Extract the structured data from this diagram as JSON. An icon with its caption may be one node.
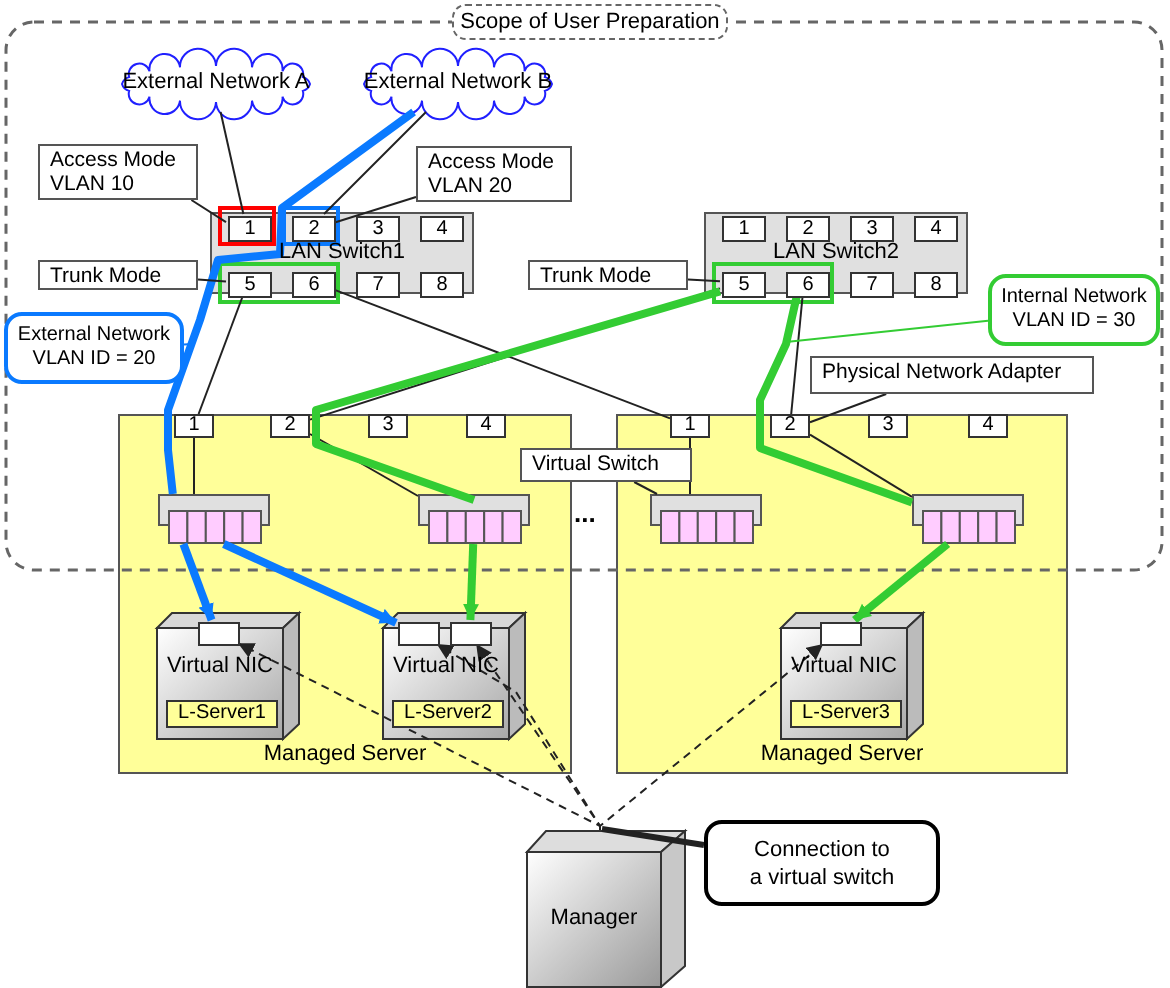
{
  "diagram": {
    "nodes": [
      {
        "text": [
          "Scope of User Preparation"
        ]
      },
      {
        "text": [
          "External Network A"
        ],
        "in": 0
      },
      {
        "text": [
          "External Network B"
        ],
        "in": 0
      },
      {
        "text": [
          "Access Mode VLAN 10"
        ],
        "in": 0
      },
      {
        "text": [
          "Access Mode VLAN 20"
        ],
        "in": 0
      },
      {
        "text": [
          "LAN Switch1"
        ],
        "in": 0
      },
      {
        "text": [
          "1"
        ],
        "in": 5
      },
      {
        "text": [
          "2"
        ],
        "in": 5
      },
      {
        "text": [
          "3"
        ],
        "in": 5
      },
      {
        "text": [
          "4"
        ],
        "in": 5
      },
      {
        "text": [
          "5"
        ],
        "in": 5
      },
      {
        "text": [
          "6"
        ],
        "in": 5
      },
      {
        "text": [
          "7"
        ],
        "in": 5
      },
      {
        "text": [
          "8"
        ],
        "in": 5
      },
      {
        "text": [
          "LAN Switch2"
        ],
        "in": 0
      },
      {
        "text": [
          "1"
        ],
        "in": 14
      },
      {
        "text": [
          "2"
        ],
        "in": 14
      },
      {
        "text": [
          "3"
        ],
        "in": 14
      },
      {
        "text": [
          "4"
        ],
        "in": 14
      },
      {
        "text": [
          "5"
        ],
        "in": 14
      },
      {
        "text": [
          "6"
        ],
        "in": 14
      },
      {
        "text": [
          "7"
        ],
        "in": 14
      },
      {
        "text": [
          "8"
        ],
        "in": 14
      },
      {
        "text": [
          "Trunk Mode"
        ],
        "in": 0
      },
      {
        "text": [
          "Trunk Mode"
        ],
        "in": 0
      },
      {
        "text": [
          "External Network VLAN ID = 20"
        ],
        "in": 0
      },
      {
        "text": [
          "Internal Network VLAN ID = 30"
        ],
        "in": 0
      },
      {
        "text": [
          "Physical Network Adapter"
        ],
        "in": 0
      },
      {
        "text": [
          "Managed Server"
        ]
      },
      {
        "text": [
          "1"
        ]
      },
      {
        "text": [
          "2"
        ]
      },
      {
        "text": [
          "3"
        ]
      },
      {
        "text": [
          "4"
        ]
      },
      {
        "text": [],
        "shape": "box"
      },
      {
        "text": [],
        "shape": "box"
      },
      {
        "text": [
          "Virtual Switch"
        ],
        "in": 0
      },
      {
        "text": [
          "Virtual NIC"
        ],
        "in": 28
      },
      {
        "text": [],
        "shape": "box",
        "in": 36
      },
      {
        "text": [
          "L-Server1"
        ],
        "in": 36
      },
      {
        "text": [
          "Virtual NIC"
        ],
        "in": 28
      },
      {
        "text": [],
        "shape": "box",
        "in": 39
      },
      {
        "text": [],
        "shape": "box",
        "in": 39
      },
      {
        "text": [
          "L-Server2"
        ],
        "in": 39
      },
      {
        "text": [
          "Managed Server"
        ]
      },
      {
        "text": [
          "1"
        ]
      },
      {
        "text": [
          "2"
        ]
      },
      {
        "text": [
          "3"
        ]
      },
      {
        "text": [
          "4"
        ]
      },
      {
        "text": [],
        "shape": "box"
      },
      {
        "text": [],
        "shape": "box"
      },
      {
        "text": [
          "Virtual NIC"
        ],
        "in": 43
      },
      {
        "text": [],
        "shape": "box",
        "in": 50
      },
      {
        "text": [
          "L-Server3"
        ],
        "in": 50
      },
      {
        "text": [
          "Manager"
        ]
      },
      {
        "text": [
          "Connection to a virtual switch"
        ]
      }
    ],
    "edges": [
      {
        "from": 1,
        "to": 6,
        "arrow": "none"
      },
      {
        "from": 2,
        "to": 7,
        "arrow": "none"
      },
      {
        "from": 10,
        "to": 29,
        "arrow": "none"
      },
      {
        "from": 11,
        "to": 44,
        "arrow": "none"
      },
      {
        "from": 19,
        "to": 30,
        "arrow": "none"
      },
      {
        "from": 20,
        "to": 45,
        "arrow": "none"
      },
      {
        "from": 29,
        "to": 33,
        "arrow": "none"
      },
      {
        "from": 30,
        "to": 34,
        "arrow": "none"
      },
      {
        "from": 44,
        "to": 48,
        "arrow": "none"
      },
      {
        "from": 45,
        "to": 49,
        "arrow": "none"
      },
      {
        "from": 2,
        "to": 33,
        "arrow": "none",
        "style": "thick",
        "color": "#0a7aff"
      },
      {
        "from": 33,
        "to": 37,
        "arrow": "to",
        "style": "thick",
        "color": "#0a7aff"
      },
      {
        "from": 33,
        "to": 40,
        "arrow": "to",
        "style": "thick",
        "color": "#0a7aff"
      },
      {
        "from": 19,
        "to": 34,
        "arrow": "none",
        "style": "thick",
        "color": "#33cc33"
      },
      {
        "from": 34,
        "to": 41,
        "arrow": "to",
        "style": "thick",
        "color": "#33cc33"
      },
      {
        "from": 20,
        "to": 49,
        "arrow": "none",
        "style": "thick",
        "color": "#33cc33"
      },
      {
        "from": 49,
        "to": 51,
        "arrow": "to",
        "style": "thick",
        "color": "#33cc33"
      },
      {
        "from": 53,
        "to": 37,
        "arrow": "to",
        "style": "dashed"
      },
      {
        "from": 53,
        "to": 40,
        "arrow": "to",
        "style": "dashed"
      },
      {
        "from": 53,
        "to": 41,
        "arrow": "to",
        "style": "dashed"
      },
      {
        "from": 53,
        "to": 51,
        "arrow": "to",
        "style": "dashed"
      },
      {
        "from": 3,
        "to": 6,
        "arrow": "none"
      },
      {
        "from": 4,
        "to": 7,
        "arrow": "none"
      },
      {
        "from": 23,
        "to": 10,
        "arrow": "none"
      },
      {
        "from": 24,
        "to": 19,
        "arrow": "none"
      },
      {
        "from": 25,
        "to": null,
        "arrow": "none",
        "color": "#0a7aff"
      },
      {
        "from": 26,
        "to": null,
        "arrow": "none",
        "color": "#33cc33"
      },
      {
        "from": 27,
        "to": 45,
        "arrow": "none"
      },
      {
        "from": 35,
        "to": 48,
        "arrow": "none"
      },
      {
        "from": 54,
        "to": 53,
        "arrow": "none",
        "style": "thick"
      }
    ],
    "labels": [
      "..."
    ]
  }
}
